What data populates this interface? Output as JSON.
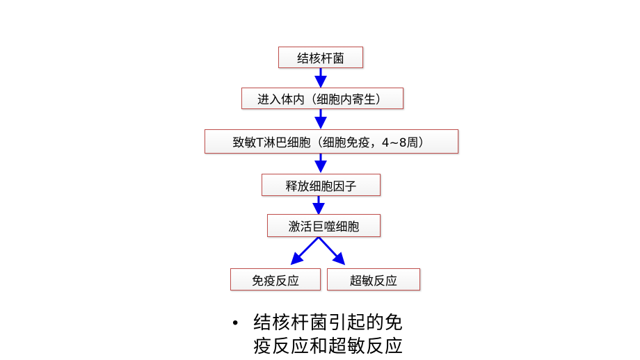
{
  "diagram": {
    "boxes": [
      "结核杆菌",
      "进入体内（细胞内寄生）",
      "致敏T淋巴细胞（细胞免疫，4~8周）",
      "释放细胞因子",
      "激活巨噬细胞",
      "免疫反应",
      "超敏反应"
    ],
    "arrow_color": "#0000ee",
    "border_color": "#c0504d"
  },
  "bullet": {
    "line1": "结核杆菌引起的免",
    "line2": "疫反应和超敏反应"
  }
}
